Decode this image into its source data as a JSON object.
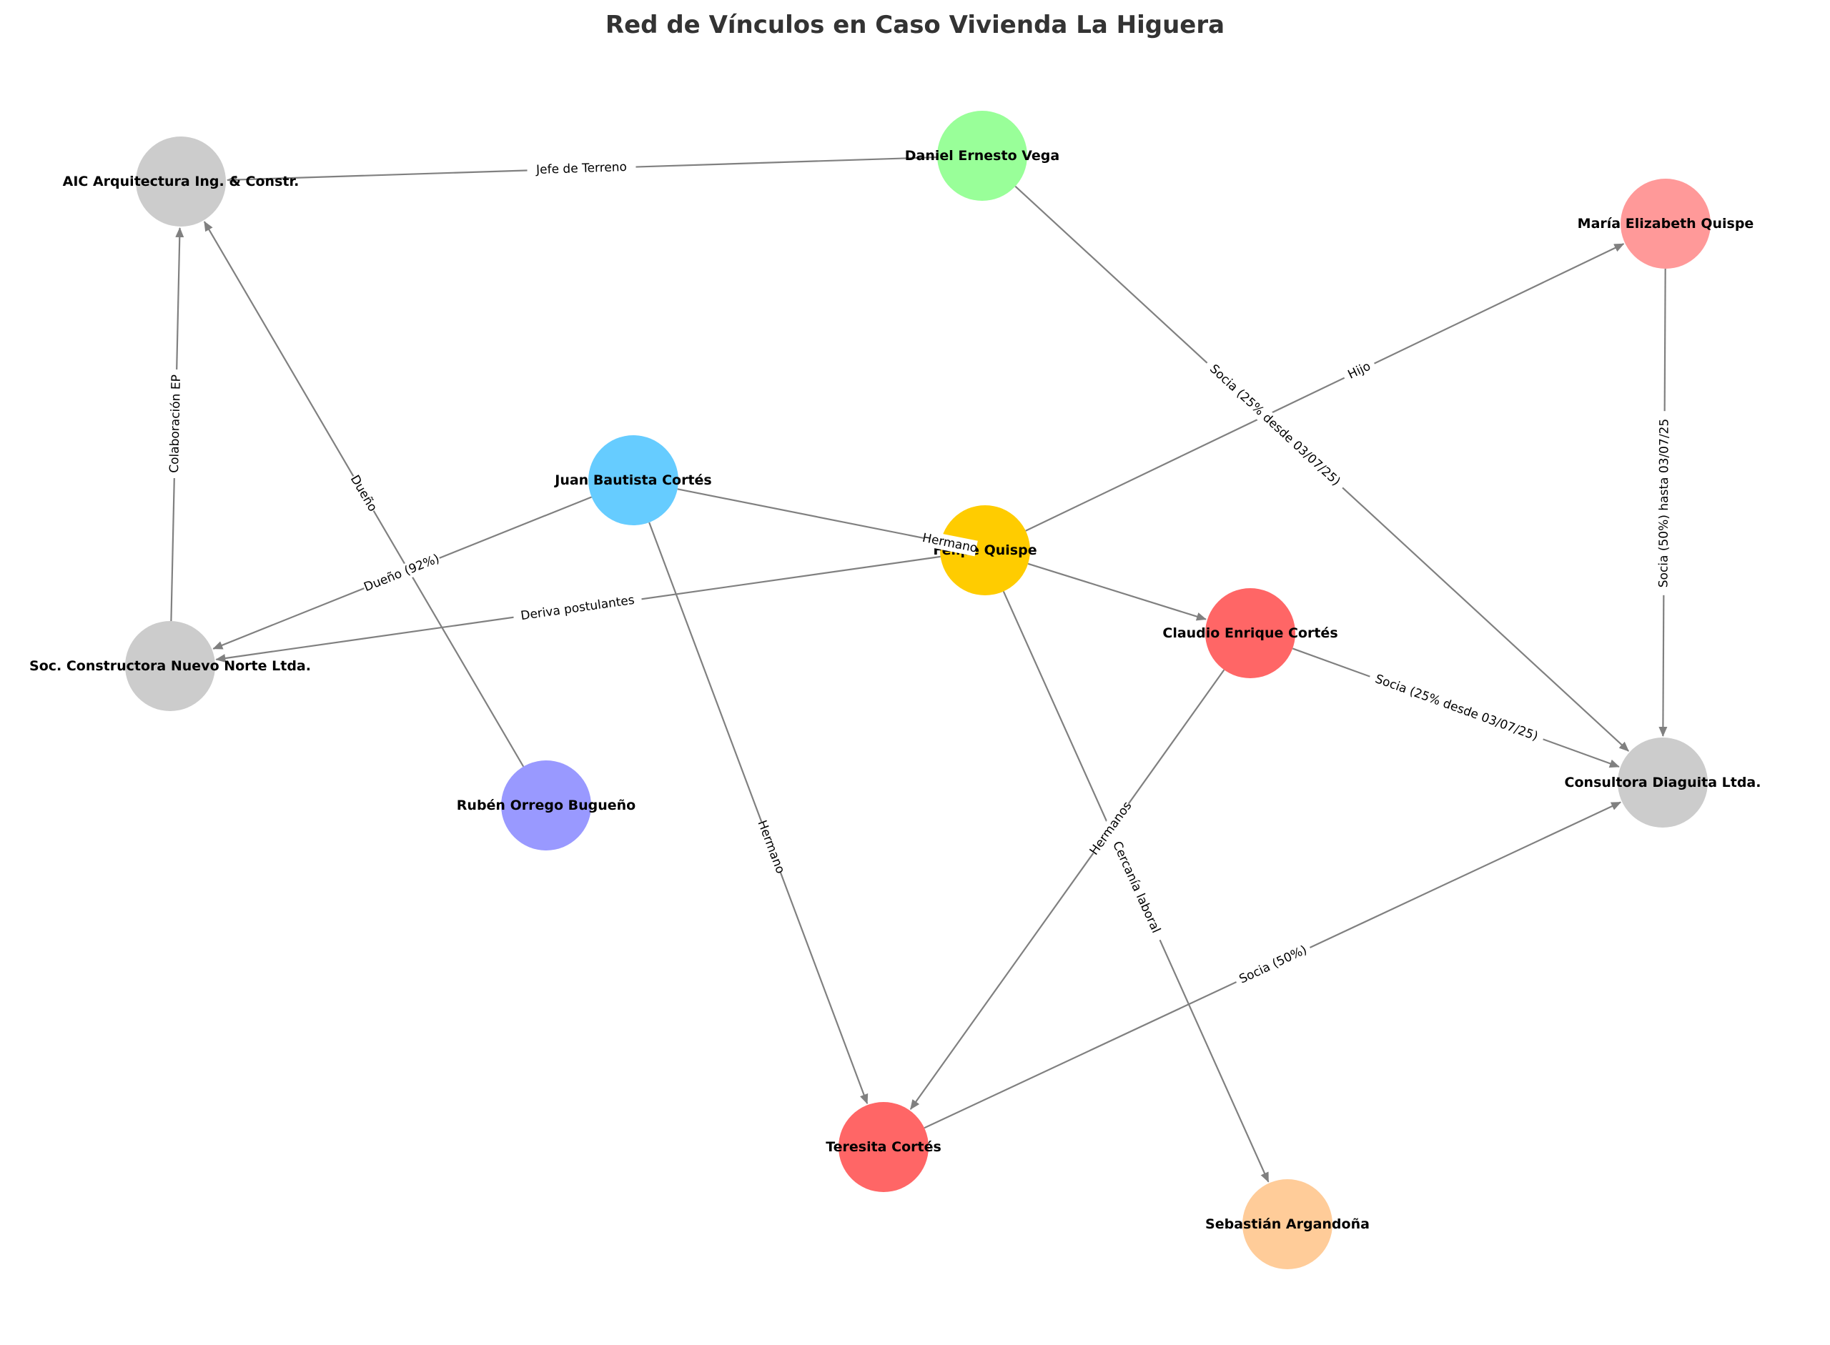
{
  "title": "Red de Vínculos en Caso Vivienda La Higuera",
  "nodes": [
    {
      "id": "aic",
      "label": "AIC Arquitectura Ing. & Constr.",
      "color": "#cccccc"
    },
    {
      "id": "daniel",
      "label": "Daniel Ernesto Vega",
      "color": "#99ff99"
    },
    {
      "id": "maria",
      "label": "María Elizabeth Quispe",
      "color": "#ff9999"
    },
    {
      "id": "juan",
      "label": "Juan Bautista Cortés",
      "color": "#66ccff"
    },
    {
      "id": "felipe",
      "label": "Felipe Quispe",
      "color": "#ffcc00"
    },
    {
      "id": "claudio",
      "label": "Claudio Enrique Cortés",
      "color": "#ff6666"
    },
    {
      "id": "snn",
      "label": "Soc. Constructora Nuevo Norte Ltda.",
      "color": "#cccccc"
    },
    {
      "id": "diaguita",
      "label": "Consultora Diaguita Ltda.",
      "color": "#cccccc"
    },
    {
      "id": "ruben",
      "label": "Rubén Orrego Bugueño",
      "color": "#9999ff"
    },
    {
      "id": "teresita",
      "label": "Teresita Cortés",
      "color": "#ff6666"
    },
    {
      "id": "sebastian",
      "label": "Sebastián Argandoña",
      "color": "#ffcc99"
    }
  ],
  "edges": [
    {
      "from": "daniel",
      "to": "aic",
      "label": "Jefe de Terreno"
    },
    {
      "from": "snn",
      "to": "aic",
      "label": "Colaboración EP"
    },
    {
      "from": "ruben",
      "to": "aic",
      "label": "Dueño"
    },
    {
      "from": "juan",
      "to": "snn",
      "label": "Dueño (92%)"
    },
    {
      "from": "felipe",
      "to": "snn",
      "label": "Deriva postulantes"
    },
    {
      "from": "juan",
      "to": "felipe",
      "label": "Hermano"
    },
    {
      "from": "felipe",
      "to": "maria",
      "label": "Hijo"
    },
    {
      "from": "daniel",
      "to": "diaguita",
      "label": "Socia (25% desde 03/07/25)"
    },
    {
      "from": "maria",
      "to": "diaguita",
      "label": "Socia (50%) hasta 03/07/25"
    },
    {
      "from": "felipe",
      "to": "claudio",
      "label": ""
    },
    {
      "from": "claudio",
      "to": "diaguita",
      "label": "Socia (25% desde 03/07/25)"
    },
    {
      "from": "juan",
      "to": "teresita",
      "label": "Hermano"
    },
    {
      "from": "claudio",
      "to": "teresita",
      "label": "Hermanos"
    },
    {
      "from": "felipe",
      "to": "sebastian",
      "label": "Cercanía laboral"
    },
    {
      "from": "teresita",
      "to": "diaguita",
      "label": "Socia (50%)"
    }
  ]
}
